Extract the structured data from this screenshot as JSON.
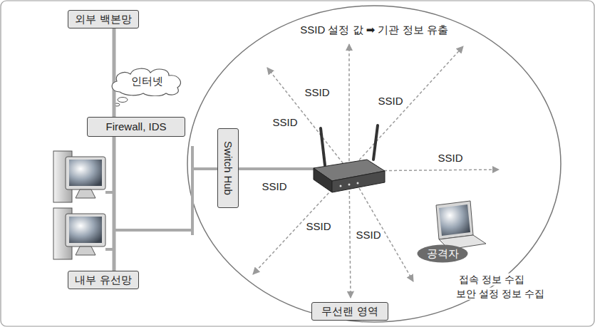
{
  "diagram": {
    "title": "SSID 설정 값 ➡ 기관 정보 유출",
    "nodes": [
      {
        "text": [
          "외부 백본망"
        ]
      },
      {
        "text": [
          "인터넷"
        ]
      },
      {
        "text": [
          "Firewall, IDS"
        ]
      },
      {
        "text": [
          "Switch Hub"
        ]
      },
      {
        "text": [
          "내부 유선망"
        ]
      },
      {
        "text": [
          "공격자"
        ]
      },
      {
        "text": [
          "무선랜 영역"
        ]
      }
    ],
    "edges": [
      {
        "from": 0,
        "to": 2,
        "arrow": "none"
      },
      {
        "from": 2,
        "to": 4,
        "arrow": "none"
      }
    ],
    "labels": [
      "SSID",
      "SSID",
      "SSID",
      "SSID",
      "SSID",
      "SSID",
      "SSID",
      "접속 정보 수집",
      "보안 설정 정보 수집"
    ]
  }
}
